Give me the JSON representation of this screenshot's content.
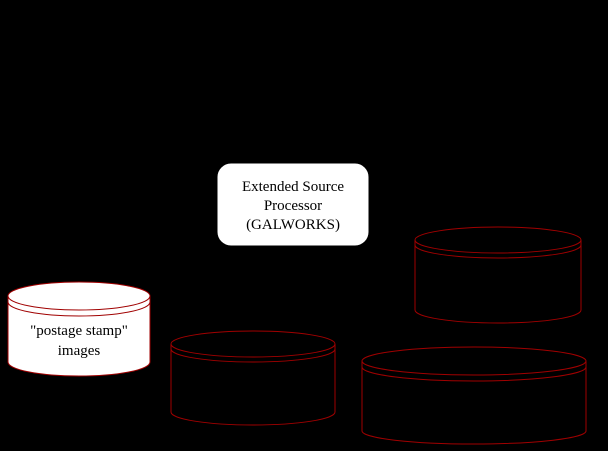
{
  "diagram": {
    "background_color": "#000000",
    "outline_color": "#a00000",
    "process_box": {
      "lines": [
        "Extended Source",
        "Processor",
        "(GALWORKS)"
      ],
      "fill_color": "#ffffff"
    },
    "data_stores": [
      {
        "id": "postage-stamp-images",
        "lines": [
          "\"postage stamp\"",
          "images"
        ],
        "fill_color": "#ffffff"
      },
      {
        "id": "cylinder-upper-right",
        "lines": [],
        "fill_color": "#000000"
      },
      {
        "id": "cylinder-bottom-center",
        "lines": [],
        "fill_color": "#000000"
      },
      {
        "id": "cylinder-bottom-right",
        "lines": [],
        "fill_color": "#000000"
      }
    ]
  }
}
